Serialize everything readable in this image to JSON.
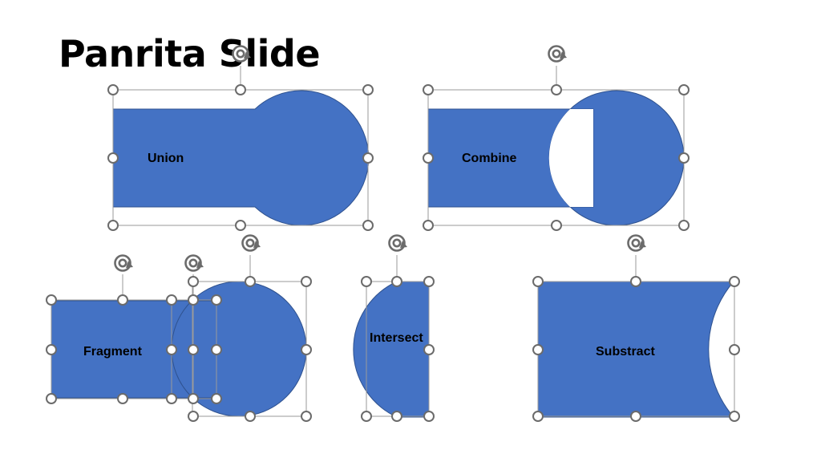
{
  "slide": {
    "title": "Panrita Slide",
    "fill_color": "#4472C4",
    "outline_color": "#2F528F",
    "handle_color": "#6b6b6b",
    "shapes": [
      {
        "id": "union",
        "label": "Union"
      },
      {
        "id": "combine",
        "label": "Combine"
      },
      {
        "id": "fragment",
        "label": "Fragment"
      },
      {
        "id": "intersect",
        "label": "Intersect"
      },
      {
        "id": "substract",
        "label": "Substract"
      }
    ]
  }
}
